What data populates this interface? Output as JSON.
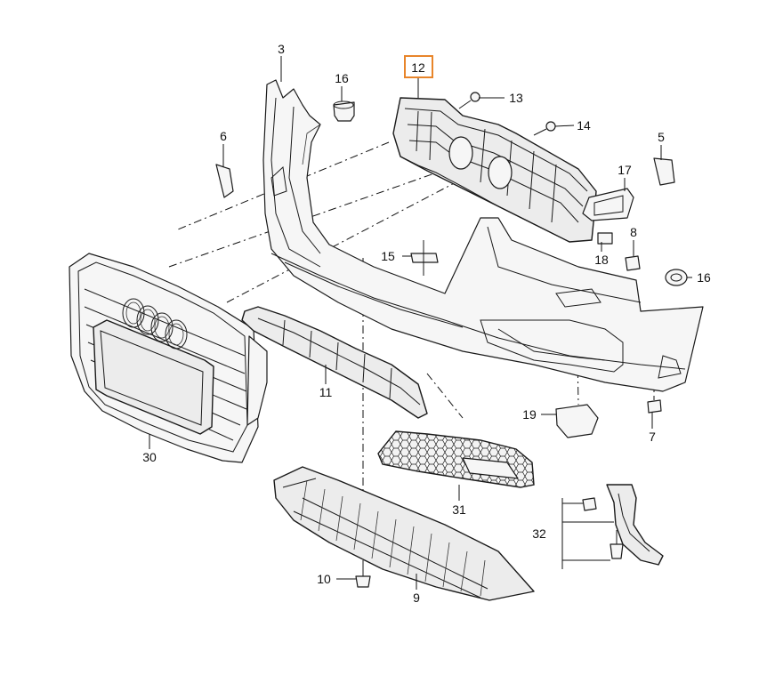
{
  "diagram": {
    "highlight_color": "#e8852a",
    "callouts": {
      "c3": "3",
      "c5": "5",
      "c6": "6",
      "c7": "7",
      "c8": "8",
      "c9": "9",
      "c10": "10",
      "c11": "11",
      "c12": "12",
      "c13": "13",
      "c14": "14",
      "c15": "15",
      "c16a": "16",
      "c16b": "16",
      "c17": "17",
      "c18": "18",
      "c19": "19",
      "c30": "30",
      "c31": "31",
      "c32": "32"
    }
  }
}
